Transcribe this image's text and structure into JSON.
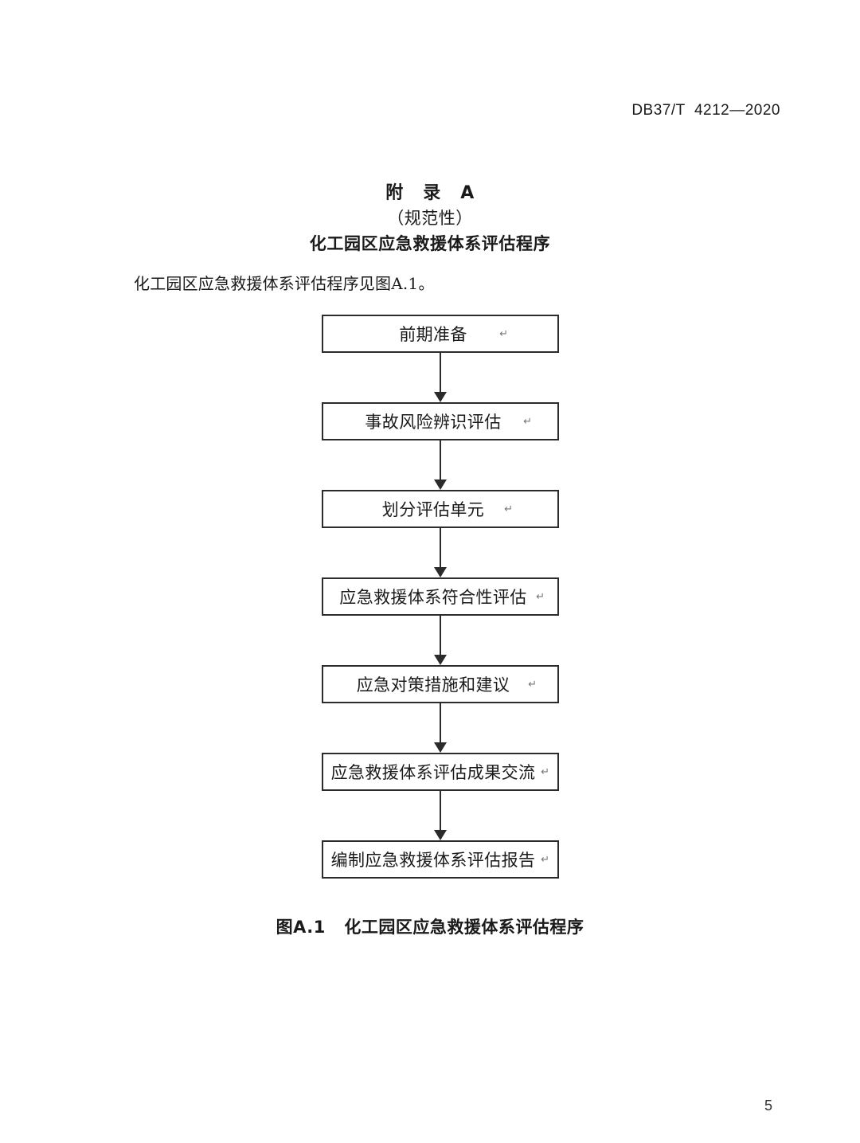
{
  "header": {
    "standard_code": "DB37/T  4212—2020"
  },
  "annex": {
    "label": "附   录   A",
    "kind": "（规范性）",
    "subject": "化工园区应急救援体系评估程序"
  },
  "intro": {
    "text": "化工园区应急救援体系评估程序见图A.1。"
  },
  "figure": {
    "caption": "图A.1   化工园区应急救援体系评估程序",
    "paragraph_mark": "↵",
    "nodes": [
      {
        "label": "前期准备"
      },
      {
        "label": "事故风险辨识评估"
      },
      {
        "label": "划分评估单元"
      },
      {
        "label": "应急救援体系符合性评估"
      },
      {
        "label": "应急对策措施和建议"
      },
      {
        "label": "应急救援体系评估成果交流"
      },
      {
        "label": "编制应急救援体系评估报告"
      }
    ]
  },
  "footer": {
    "page_number": "5"
  },
  "colors": {
    "ink": "#1a1a1a",
    "stroke": "#2b2b2b",
    "mark": "#777777",
    "paper": "#ffffff"
  }
}
